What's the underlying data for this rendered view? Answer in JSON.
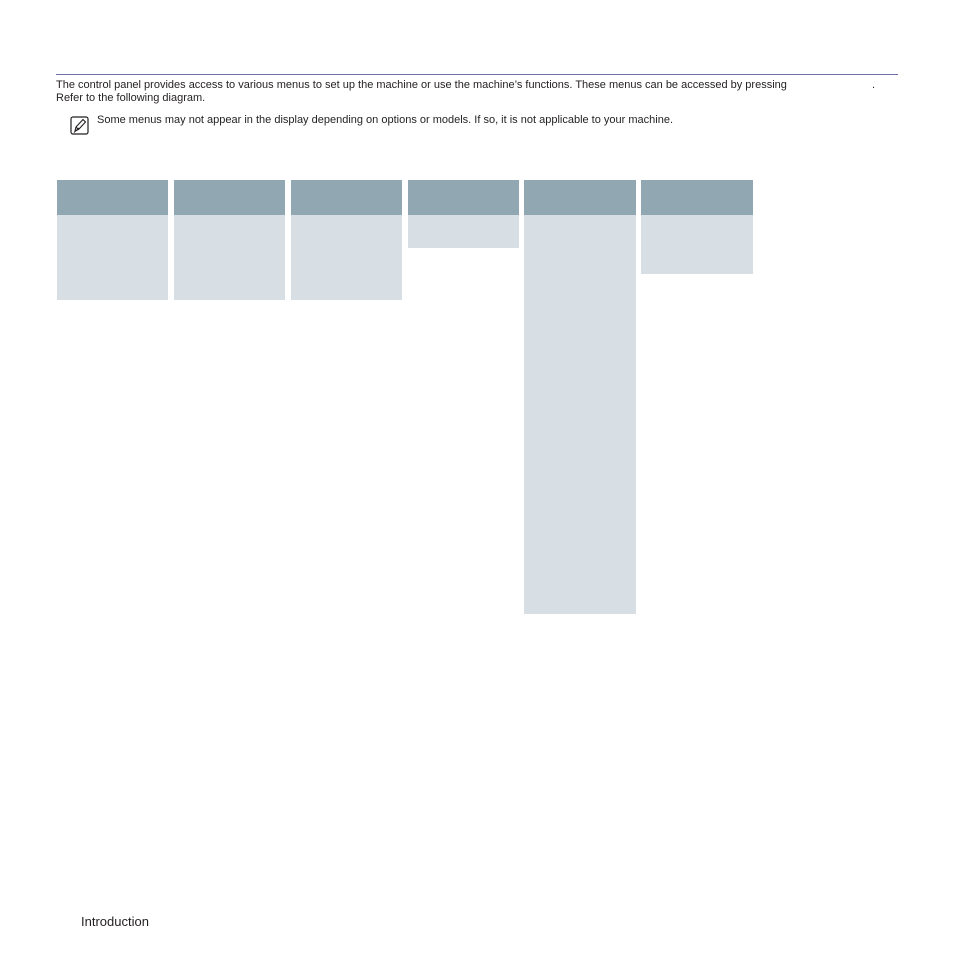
{
  "intro": {
    "line1": "The control panel provides access to various menus to set up the machine or use the machine’s functions. These menus can be accessed by pressing",
    "line1_tail": ".",
    "line2": "Refer to the following diagram."
  },
  "note": {
    "icon": "note-pencil-icon",
    "text": "Some menus may not appear in the display depending on options or models. If so, it is not applicable to your machine."
  },
  "menu_diagram": {
    "header_color": "#91a7b2",
    "body_color": "#d8dfe4",
    "columns": [
      "menu-1",
      "menu-2",
      "menu-3",
      "menu-4",
      "menu-5",
      "menu-6"
    ]
  },
  "footer": {
    "section": "Introduction"
  }
}
